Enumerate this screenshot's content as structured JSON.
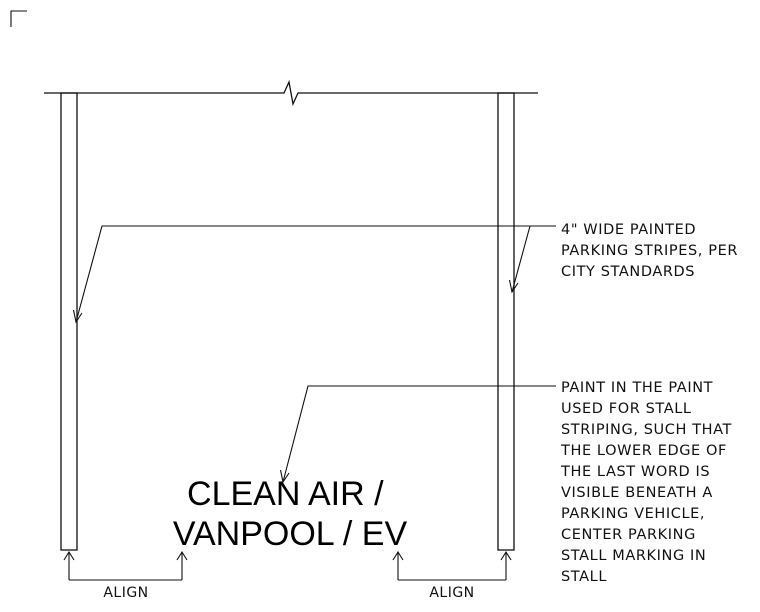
{
  "notes": {
    "stripes": {
      "lines": [
        "4\" WIDE PAINTED",
        "PARKING STRIPES, PER",
        "CITY STANDARDS"
      ]
    },
    "paint": {
      "lines": [
        "PAINT IN THE PAINT",
        "USED FOR STALL",
        "STRIPING, SUCH THAT",
        "THE LOWER EDGE OF",
        "THE LAST WORD IS",
        "VISIBLE BENEATH A",
        "PARKING VEHICLE,",
        "CENTER PARKING",
        "STALL MARKING IN",
        "STALL"
      ]
    }
  },
  "stall_marking": {
    "lines": [
      "CLEAN AIR /",
      "VANPOOL / EV"
    ]
  },
  "dimensions": {
    "left_label": "ALIGN",
    "right_label": "ALIGN"
  }
}
